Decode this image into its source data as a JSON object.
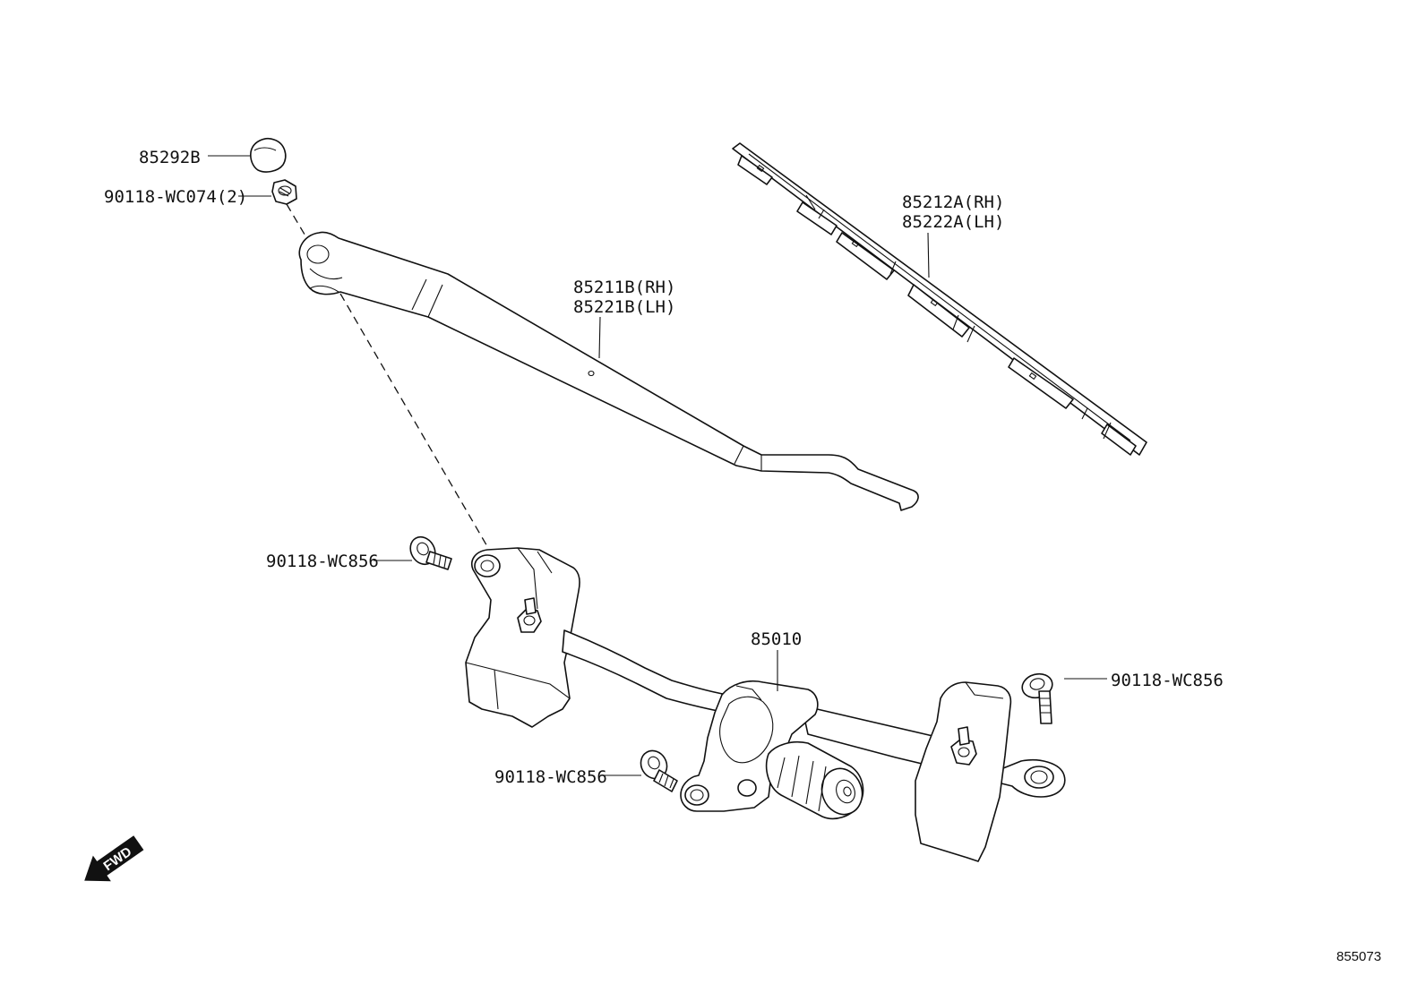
{
  "labels": {
    "cap": "85292B",
    "nut": "90118-WC074(2)",
    "arm_rh": "85211B(RH)",
    "arm_lh": "85221B(LH)",
    "blade_rh": "85212A(RH)",
    "blade_lh": "85222A(LH)",
    "bolt_left": "90118-WC856",
    "link": "85010",
    "bolt_right": "90118-WC856",
    "bolt_bottom": "90118-WC856"
  },
  "fwd": "FWD",
  "diagram_ref": "855073"
}
